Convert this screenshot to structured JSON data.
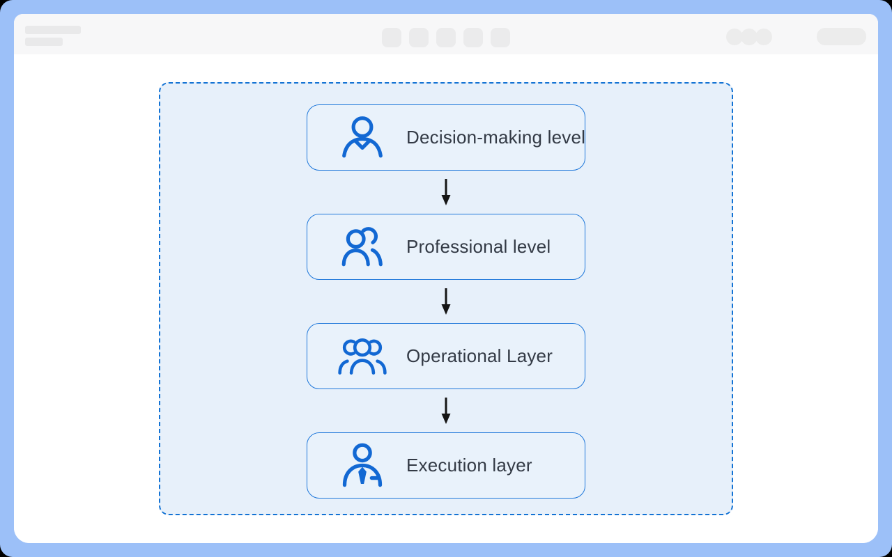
{
  "browser_chrome": {
    "tab_placeholder_count": 5,
    "action_circle_count": 3,
    "colors": {
      "frame_blue": "#9cc0f8",
      "chrome_bg": "#f7f7f8",
      "placeholder_gray": "#ebebec"
    }
  },
  "diagram": {
    "type": "vertical-flowchart",
    "colors": {
      "container_fill": "#e7f0fa",
      "container_border": "#1272d4",
      "box_fill": "#e9f2fb",
      "box_border": "#1e77da",
      "icon_blue": "#1268d3",
      "label_text": "#333a45",
      "arrow": "#151515"
    },
    "levels": [
      {
        "label": "Decision-making level",
        "icon": "person-collar-icon"
      },
      {
        "label": "Professional level",
        "icon": "two-people-icon"
      },
      {
        "label": "Operational Layer",
        "icon": "three-people-icon"
      },
      {
        "label": "Execution layer",
        "icon": "person-tie-icon"
      }
    ]
  }
}
